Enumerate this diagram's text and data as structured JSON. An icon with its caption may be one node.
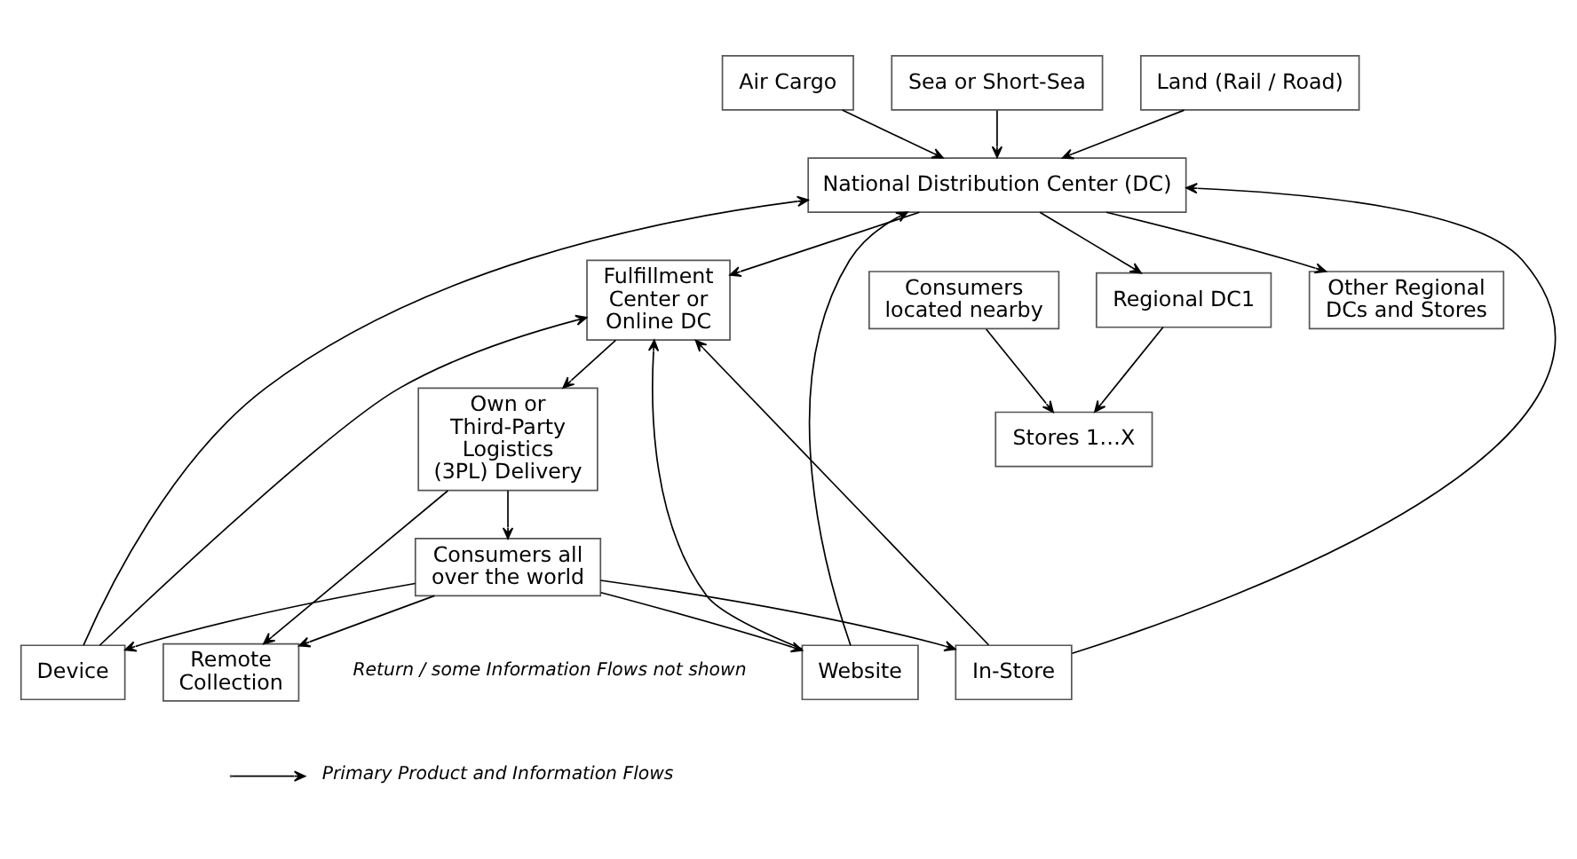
{
  "diagram": {
    "nodes": [
      {
        "text": [
          "Air Cargo"
        ]
      },
      {
        "text": [
          "Sea or Short-Sea"
        ]
      },
      {
        "text": [
          "Land (Rail / Road)"
        ]
      },
      {
        "text": [
          "Website"
        ]
      },
      {
        "text": [
          "National Distribution Center (DC)"
        ]
      },
      {
        "text": [
          "Device"
        ]
      },
      {
        "text": [
          "In-Store"
        ]
      },
      {
        "text": [
          "Other Regional DCs and Stores"
        ]
      },
      {
        "text": [
          "Regional DC1"
        ]
      },
      {
        "text": [
          "Fulfillment Center or Online DC"
        ]
      },
      {
        "text": [
          "Own or Third-Party Logistics (3PL) Delivery"
        ]
      },
      {
        "text": [
          "Stores 1…X"
        ]
      },
      {
        "text": [
          "Consumers located nearby"
        ]
      },
      {
        "text": [
          "Remote Collection"
        ]
      },
      {
        "text": [
          "Consumers all over the world"
        ]
      }
    ],
    "edges": [
      {
        "from": 0,
        "to": 4,
        "arrow": "to"
      },
      {
        "from": 1,
        "to": 4,
        "arrow": "to"
      },
      {
        "from": 2,
        "to": 4,
        "arrow": "to"
      },
      {
        "from": 3,
        "to": 4,
        "arrow": "to"
      },
      {
        "from": 5,
        "to": 4,
        "arrow": "to"
      },
      {
        "from": 6,
        "to": 4,
        "arrow": "to"
      },
      {
        "from": 3,
        "to": 9,
        "arrow": "to"
      },
      {
        "from": 5,
        "to": 9,
        "arrow": "to"
      },
      {
        "from": 6,
        "to": 9,
        "arrow": "to"
      },
      {
        "from": 4,
        "to": 7,
        "arrow": "to"
      },
      {
        "from": 4,
        "to": 8,
        "arrow": "to"
      },
      {
        "from": 4,
        "to": 9,
        "arrow": "to"
      },
      {
        "from": 8,
        "to": 11,
        "arrow": "to"
      },
      {
        "from": 12,
        "to": 11,
        "arrow": "to"
      },
      {
        "from": 9,
        "to": 10,
        "arrow": "to"
      },
      {
        "from": 10,
        "to": 13,
        "arrow": "to"
      },
      {
        "from": 10,
        "to": 14,
        "arrow": "to"
      },
      {
        "from": 14,
        "to": 13,
        "arrow": "to"
      },
      {
        "from": 14,
        "to": 3,
        "arrow": "to"
      },
      {
        "from": 14,
        "to": 5,
        "arrow": "to"
      },
      {
        "from": 14,
        "to": 6,
        "arrow": "to"
      }
    ],
    "labels": [
      "Return / some Information Flows not shown"
    ],
    "legend": [
      {
        "text": "Primary Product and Information Flows"
      }
    ]
  }
}
